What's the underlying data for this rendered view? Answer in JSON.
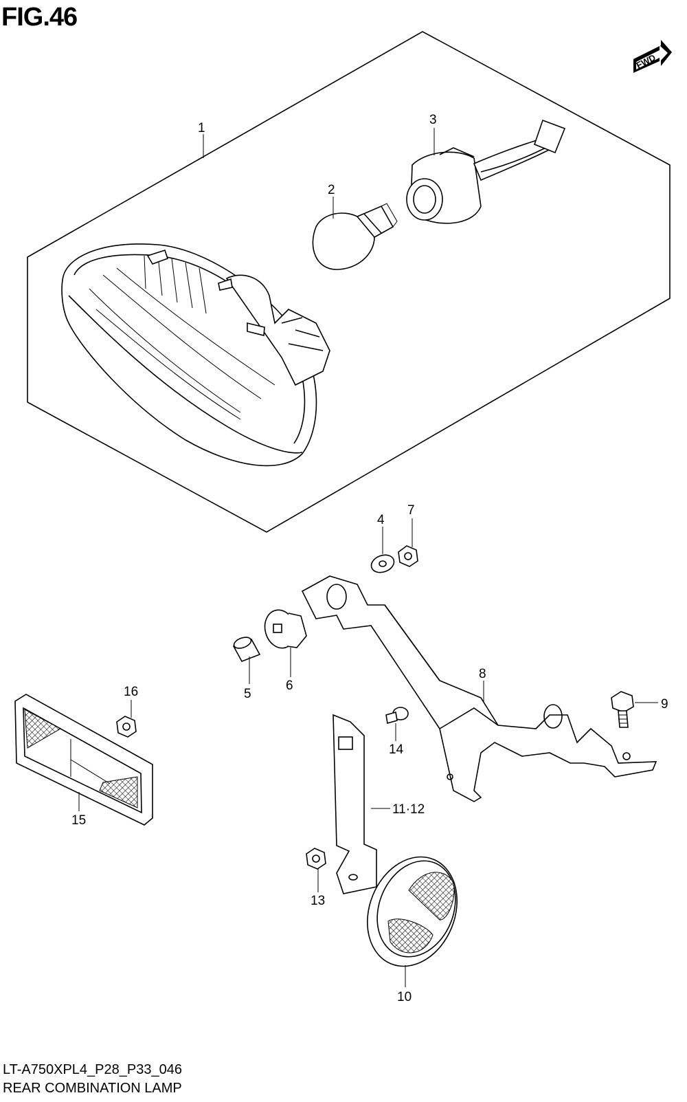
{
  "figure": {
    "title": "FIG.46",
    "model_code": "LT-A750XPL4_P28_P33_046",
    "caption": "REAR COMBINATION LAMP"
  },
  "fwd_badge": {
    "label": "FWD",
    "icon": "fwd-arrow-icon"
  },
  "callouts": [
    {
      "id": "1",
      "label": "1"
    },
    {
      "id": "2",
      "label": "2"
    },
    {
      "id": "3",
      "label": "3"
    },
    {
      "id": "4",
      "label": "4"
    },
    {
      "id": "5",
      "label": "5"
    },
    {
      "id": "6",
      "label": "6"
    },
    {
      "id": "7",
      "label": "7"
    },
    {
      "id": "8",
      "label": "8"
    },
    {
      "id": "9",
      "label": "9"
    },
    {
      "id": "10",
      "label": "10"
    },
    {
      "id": "11-12",
      "label": "11·12"
    },
    {
      "id": "13",
      "label": "13"
    },
    {
      "id": "14",
      "label": "14"
    },
    {
      "id": "15",
      "label": "15"
    },
    {
      "id": "16",
      "label": "16"
    }
  ]
}
